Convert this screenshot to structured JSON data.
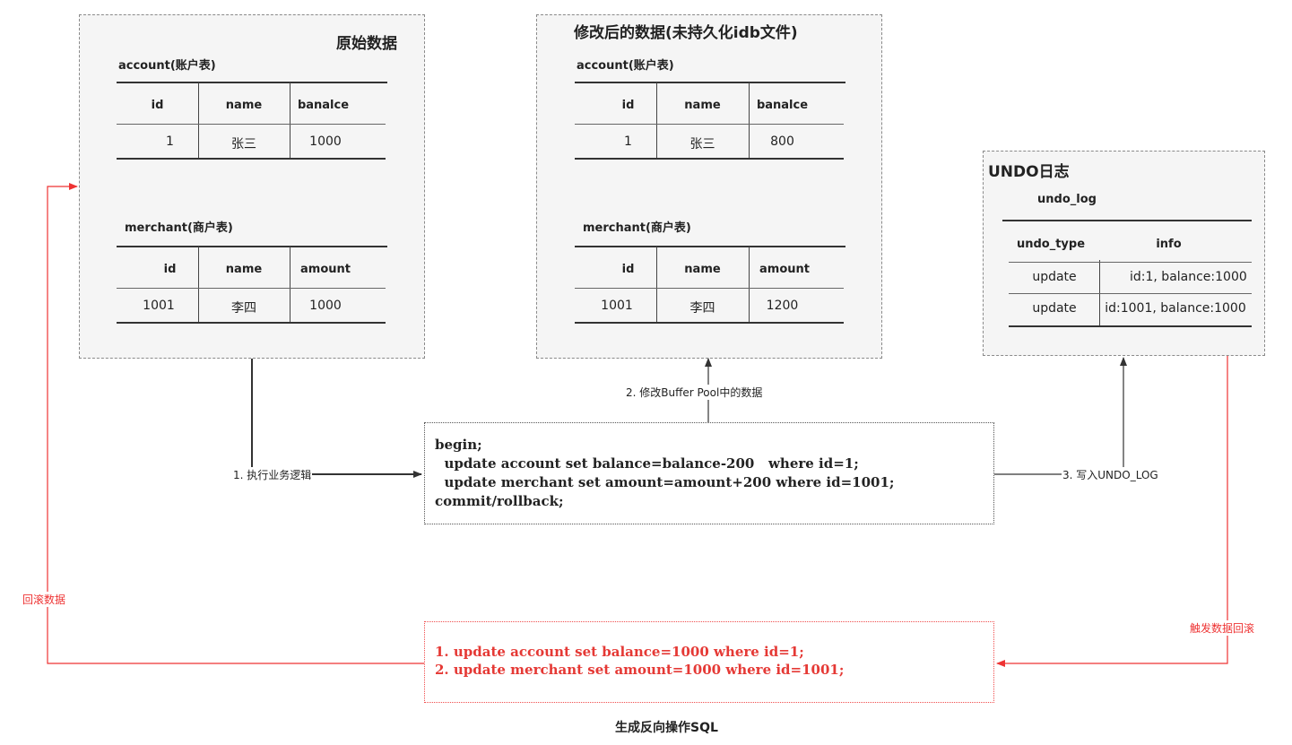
{
  "panels": {
    "original": {
      "title": "原始数据",
      "account": {
        "caption": "account(账户表)",
        "headers": [
          "id",
          "name",
          "banalce"
        ],
        "rows": [
          [
            "1",
            "张三",
            "1000"
          ]
        ]
      },
      "merchant": {
        "caption": "merchant(商户表)",
        "headers": [
          "id",
          "name",
          "amount"
        ],
        "rows": [
          [
            "1001",
            "李四",
            "1000"
          ]
        ]
      }
    },
    "modified": {
      "title": "修改后的数据(未持久化idb文件)",
      "account": {
        "caption": "account(账户表)",
        "headers": [
          "id",
          "name",
          "banalce"
        ],
        "rows": [
          [
            "1",
            "张三",
            "800"
          ]
        ]
      },
      "merchant": {
        "caption": "merchant(商户表)",
        "headers": [
          "id",
          "name",
          "amount"
        ],
        "rows": [
          [
            "1001",
            "李四",
            "1200"
          ]
        ]
      }
    },
    "undo": {
      "title": "UNDO日志",
      "caption": "undo_log",
      "headers": [
        "undo_type",
        "info"
      ],
      "rows": [
        [
          "update",
          "id:1, balance:1000"
        ],
        [
          "update",
          "id:1001, balance:1000"
        ]
      ]
    }
  },
  "transaction": {
    "lines": [
      "begin;",
      "  update account set balance=balance-200   where id=1;",
      "  update merchant set amount=amount+200 where id=1001;",
      "commit/rollback;"
    ]
  },
  "reverse_sql": {
    "lines": [
      "1. update account set balance=1000 where id=1;",
      "2. update merchant set amount=1000 where id=1001;"
    ],
    "caption": "生成反向操作SQL"
  },
  "labels": {
    "step1": "1. 执行业务逻辑",
    "step2": "2. 修改Buffer Pool中的数据",
    "step3": "3. 写入UNDO_LOG",
    "rollback_data": "回滚数据",
    "trigger_rollback": "触发数据回滚"
  },
  "colors": {
    "panel_bg": "#f5f5f5",
    "line": "#333333",
    "red": "#ee3333"
  }
}
